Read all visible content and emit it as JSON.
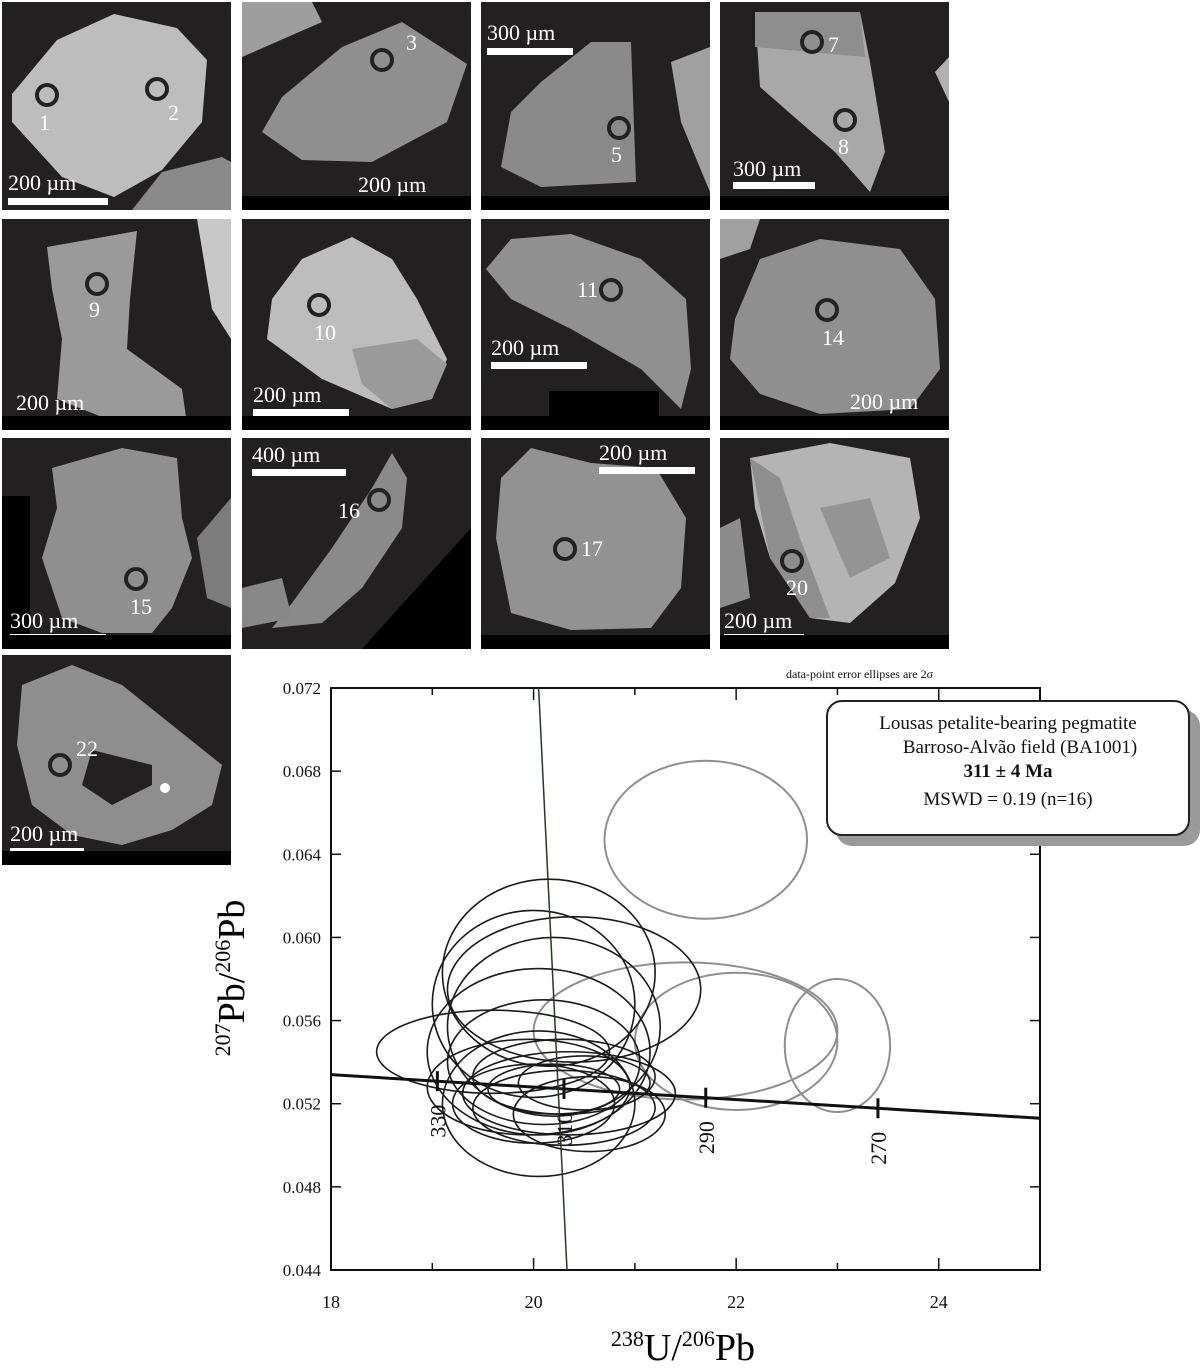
{
  "grains": [
    {
      "id": "g1",
      "spots": [
        "1",
        "2"
      ],
      "scale": "200 µm"
    },
    {
      "id": "g3",
      "spots": [
        "3"
      ],
      "scale": "200 µm"
    },
    {
      "id": "g5",
      "spots": [
        "5"
      ],
      "scale": "300 µm"
    },
    {
      "id": "g7",
      "spots": [
        "7",
        "8"
      ],
      "scale": "300 µm"
    },
    {
      "id": "g9",
      "spots": [
        "9"
      ],
      "scale": "200 µm"
    },
    {
      "id": "g10",
      "spots": [
        "10"
      ],
      "scale": "200 µm"
    },
    {
      "id": "g11",
      "spots": [
        "11"
      ],
      "scale": "200 µm"
    },
    {
      "id": "g14",
      "spots": [
        "14"
      ],
      "scale": "200 µm"
    },
    {
      "id": "g15",
      "spots": [
        "15"
      ],
      "scale": "300 µm"
    },
    {
      "id": "g16",
      "spots": [
        "16"
      ],
      "scale": "400 µm"
    },
    {
      "id": "g17",
      "spots": [
        "17"
      ],
      "scale": "200 µm"
    },
    {
      "id": "g20",
      "spots": [
        "20"
      ],
      "scale": "200 µm"
    },
    {
      "id": "g22",
      "spots": [
        "22"
      ],
      "scale": "200 µm"
    }
  ],
  "chart_data": {
    "type": "scatter",
    "note": "data-point error ellipses are 2σ",
    "xlim": [
      18,
      25
    ],
    "ylim": [
      0.044,
      0.072
    ],
    "xticks": [
      18,
      20,
      22,
      24
    ],
    "yticks": [
      0.044,
      0.048,
      0.052,
      0.056,
      0.06,
      0.064,
      0.068,
      0.072
    ],
    "xlabel": {
      "sup1": "238",
      "main1": "U/",
      "sup2": "206",
      "main2": "Pb"
    },
    "ylabel": {
      "sup1": "207",
      "main1": "Pb/",
      "sup2": "206",
      "main2": "Pb"
    },
    "legend": {
      "line1": "Lousas petalite-bearing pegmatite",
      "line2": "Barroso-Alvão field (BA1001)",
      "age": "311 ± 4 Ma",
      "mswd": "MSWD = 0.19 (n=16)"
    },
    "concordia": {
      "x": [
        18,
        25
      ],
      "y": [
        0.0534,
        0.0513
      ]
    },
    "ages": [
      {
        "label": "330",
        "x": 19.05
      },
      {
        "label": "310",
        "x": 20.3
      },
      {
        "label": "290",
        "x": 21.7
      },
      {
        "label": "270",
        "x": 23.4
      }
    ],
    "regression": {
      "x": [
        20.05,
        20.33
      ],
      "y": [
        0.072,
        0.044
      ]
    },
    "ellipses_included": [
      {
        "cx": 20.15,
        "cy": 0.0583,
        "rx": 1.05,
        "ry": 0.0045
      },
      {
        "cx": 20.4,
        "cy": 0.0575,
        "rx": 1.25,
        "ry": 0.0035
      },
      {
        "cx": 20.0,
        "cy": 0.0568,
        "rx": 1.0,
        "ry": 0.0045
      },
      {
        "cx": 20.2,
        "cy": 0.0557,
        "rx": 1.05,
        "ry": 0.0043
      },
      {
        "cx": 20.05,
        "cy": 0.0545,
        "rx": 1.1,
        "ry": 0.004
      },
      {
        "cx": 19.6,
        "cy": 0.0545,
        "rx": 1.15,
        "ry": 0.002
      },
      {
        "cx": 20.1,
        "cy": 0.054,
        "rx": 0.95,
        "ry": 0.003
      },
      {
        "cx": 20.3,
        "cy": 0.0533,
        "rx": 0.9,
        "ry": 0.0018
      },
      {
        "cx": 19.95,
        "cy": 0.0528,
        "rx": 1.0,
        "ry": 0.0023
      },
      {
        "cx": 20.5,
        "cy": 0.053,
        "rx": 0.65,
        "ry": 0.0013
      },
      {
        "cx": 20.2,
        "cy": 0.0527,
        "rx": 0.65,
        "ry": 0.0012
      },
      {
        "cx": 20.35,
        "cy": 0.0525,
        "rx": 1.05,
        "ry": 0.002
      },
      {
        "cx": 20.0,
        "cy": 0.052,
        "rx": 0.8,
        "ry": 0.0019
      },
      {
        "cx": 20.3,
        "cy": 0.0518,
        "rx": 0.9,
        "ry": 0.0018
      },
      {
        "cx": 20.55,
        "cy": 0.0515,
        "rx": 0.75,
        "ry": 0.0018
      },
      {
        "cx": 20.05,
        "cy": 0.052,
        "rx": 0.95,
        "ry": 0.0035
      }
    ],
    "ellipses_excluded": [
      {
        "cx": 21.7,
        "cy": 0.0647,
        "rx": 1.0,
        "ry": 0.0038
      },
      {
        "cx": 22.0,
        "cy": 0.055,
        "rx": 1.0,
        "ry": 0.0033
      },
      {
        "cx": 21.5,
        "cy": 0.0555,
        "rx": 1.5,
        "ry": 0.0033
      },
      {
        "cx": 23.0,
        "cy": 0.0548,
        "rx": 0.52,
        "ry": 0.0032
      }
    ]
  }
}
